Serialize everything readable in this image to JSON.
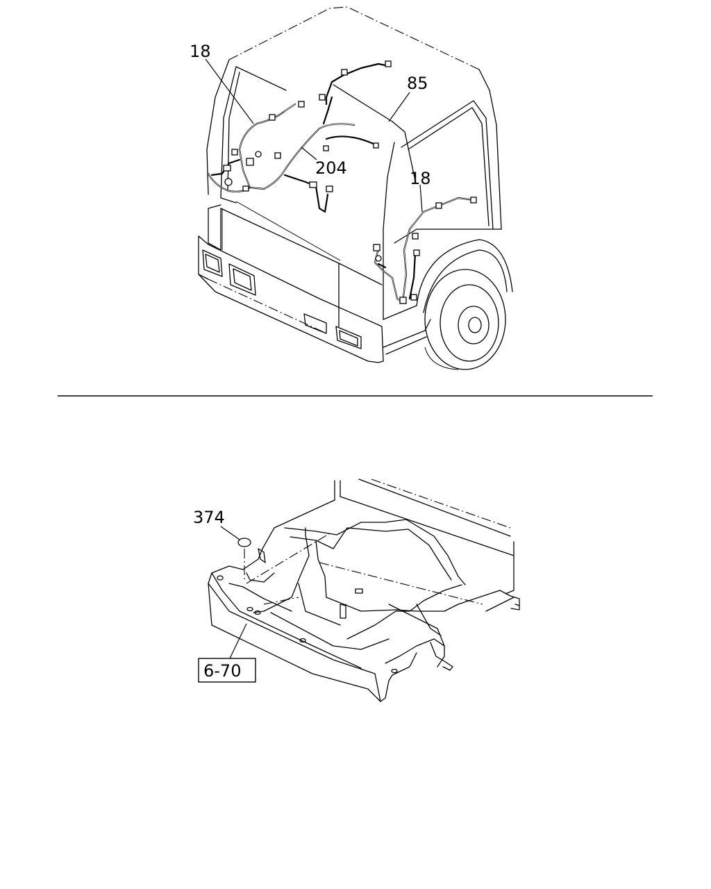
{
  "callouts": {
    "cab_left_harness": "18",
    "roof_harness": "85",
    "center_harness": "204",
    "cab_right_harness": "18",
    "grommet": "374",
    "floor_reference": "6-70"
  }
}
